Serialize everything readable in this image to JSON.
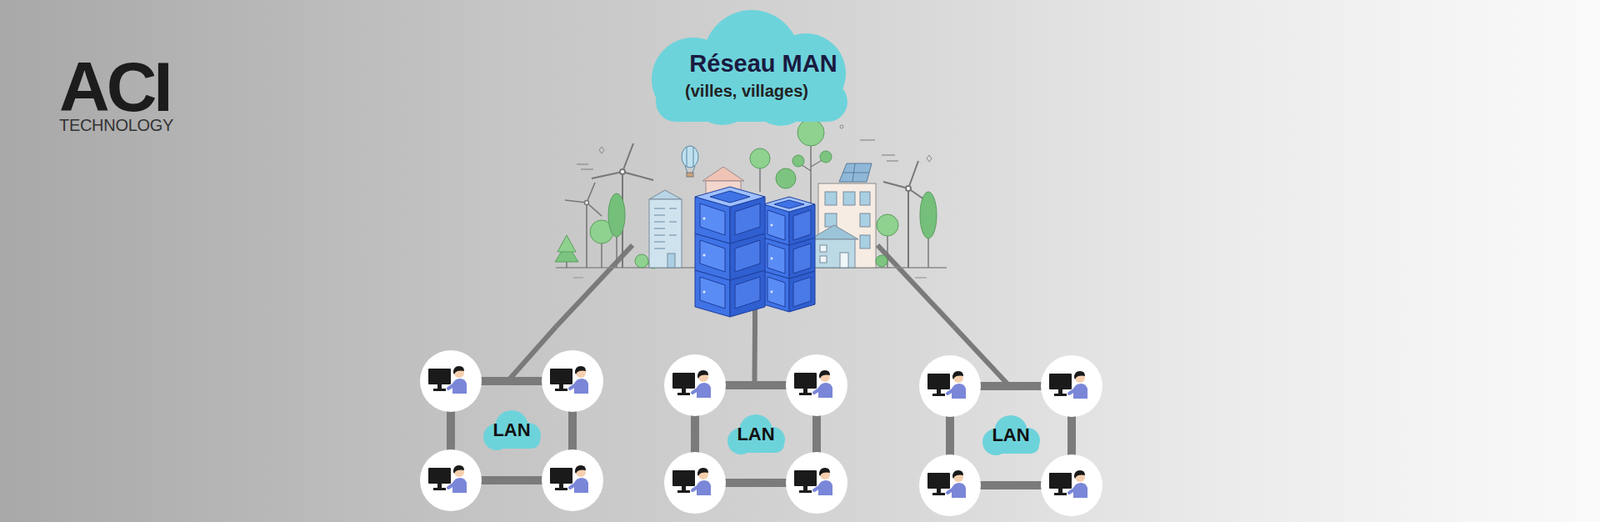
{
  "diagram": {
    "nodes": [
      {
        "text": [
          "Réseau MAN",
          "(villes, villages)"
        ]
      },
      {
        "text": [
          "LAN"
        ]
      },
      {
        "text": [
          "LAN"
        ]
      },
      {
        "text": [
          "LAN"
        ]
      }
    ],
    "edges": [
      {
        "from": 0,
        "to": 1,
        "arrow": "none"
      },
      {
        "from": 0,
        "to": 2,
        "arrow": "none"
      },
      {
        "from": 0,
        "to": 3,
        "arrow": "none"
      }
    ],
    "labels": [
      "ACI",
      "TECHNOLOGY"
    ]
  }
}
